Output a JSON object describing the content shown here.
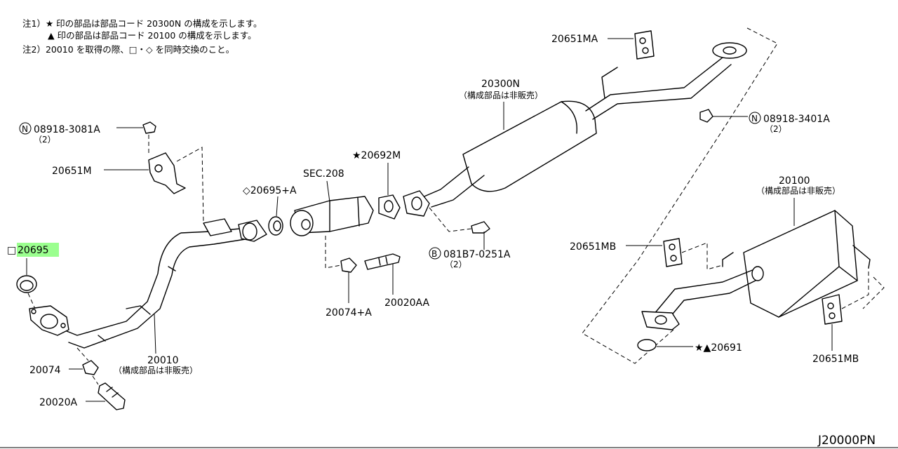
{
  "notes": {
    "line1": "注1）★ 印の部品は部品コード 20300N の構成を示します。",
    "line2": "▲ 印の部品は部品コード 20100 の構成を示します。",
    "line3": "注2）20010 を取得の際、□・◇ を同時交換のこと。"
  },
  "diagram_code": "J20000PN",
  "labels": {
    "p20651MA": "20651MA",
    "p20300N": "20300N",
    "p20300N_sub": "（構成部品は非販売）",
    "p08918_3401A": "08918-3401A",
    "p08918_3401A_qty": "（2）",
    "p08918_3081A": "08918-3081A",
    "p08918_3081A_qty": "（2）",
    "p20651M": "20651M",
    "p20692M": "★20692M",
    "sec208": "SEC.208",
    "p20695A": "◇20695+A",
    "p20695": "20695",
    "p20695_prefix": "□",
    "p081B7": "081B7-0251A",
    "p081B7_qty": "（2）",
    "p20100": "20100",
    "p20100_sub": "（構成部品は非販売）",
    "p20651MB_left": "20651MB",
    "p20651MB_right": "20651MB",
    "p20074A": "20074+A",
    "p20020AA": "20020AA",
    "p20010": "20010",
    "p20010_sub": "（構成部品は非販売）",
    "p20074": "20074",
    "p20020A": "20020A",
    "p20691": "★▲20691",
    "circle_N": "N",
    "circle_B": "B"
  },
  "colors": {
    "highlight": "#9bff8f",
    "line": "#000000",
    "background": "#ffffff"
  }
}
